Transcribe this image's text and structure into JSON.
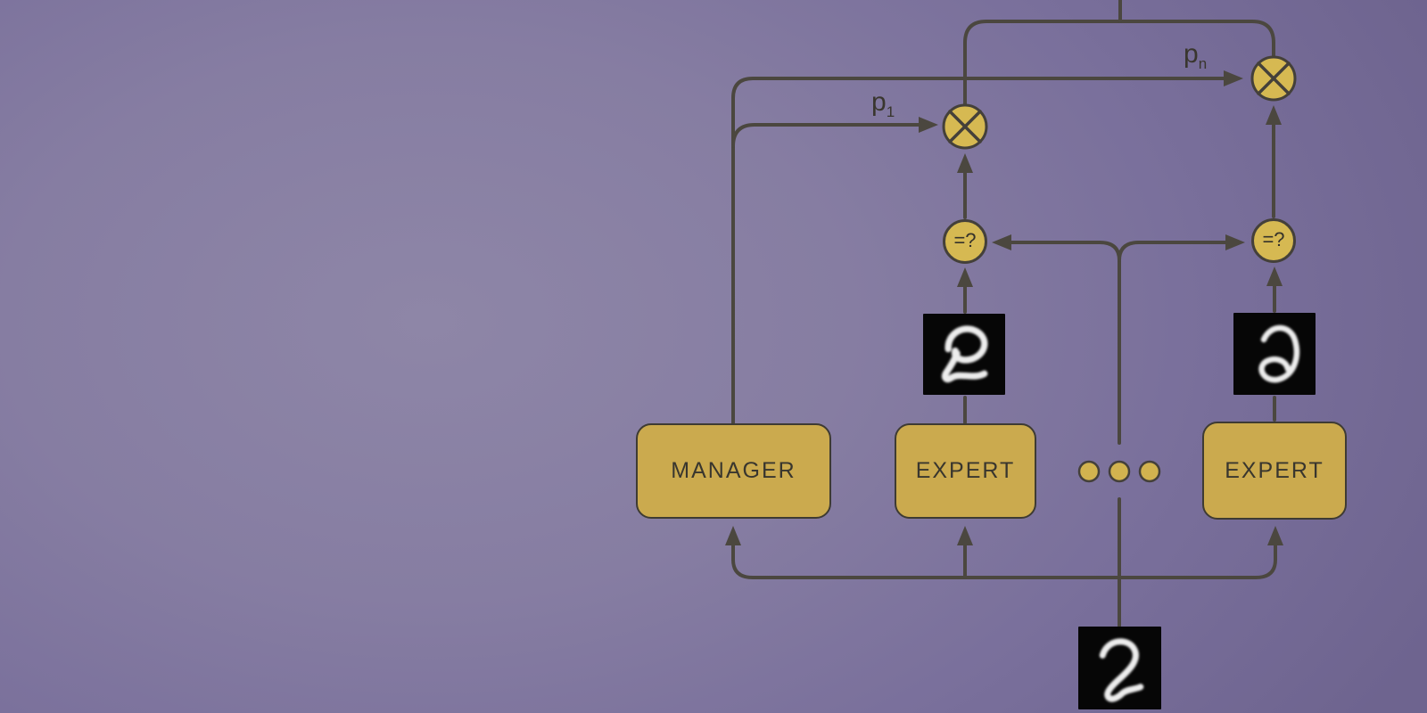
{
  "palette": {
    "background_center": "#8e86a7",
    "background_edge": "#6e648f",
    "node_fill": "#cbaa4e",
    "node_border": "#3e3b33",
    "operator_fill": "#d6b952",
    "wire": "#4b473f",
    "label_text": "#39362e",
    "digit_background": "#060606",
    "digit_ink": "#ededed"
  },
  "nodes": {
    "manager": {
      "label": "MANAGER"
    },
    "expert_first": {
      "label": "EXPERT"
    },
    "expert_last": {
      "label": "EXPERT"
    }
  },
  "gate_labels": {
    "p_first": {
      "base": "p",
      "subscript": "1"
    },
    "p_last": {
      "base": "p",
      "subscript": "n"
    }
  },
  "operator_nodes": {
    "compare_first": {
      "symbol": "=?"
    },
    "compare_last": {
      "symbol": "=?"
    },
    "multiply_first": {
      "icon": "circle-times-icon"
    },
    "multiply_last": {
      "icon": "circle-times-icon"
    }
  },
  "digit_images": {
    "expert_first_output": "handwritten-digit-2",
    "expert_last_output": "handwritten-digit-2",
    "network_input": "handwritten-digit-2"
  },
  "ellipsis": {
    "dot_count": 3
  }
}
